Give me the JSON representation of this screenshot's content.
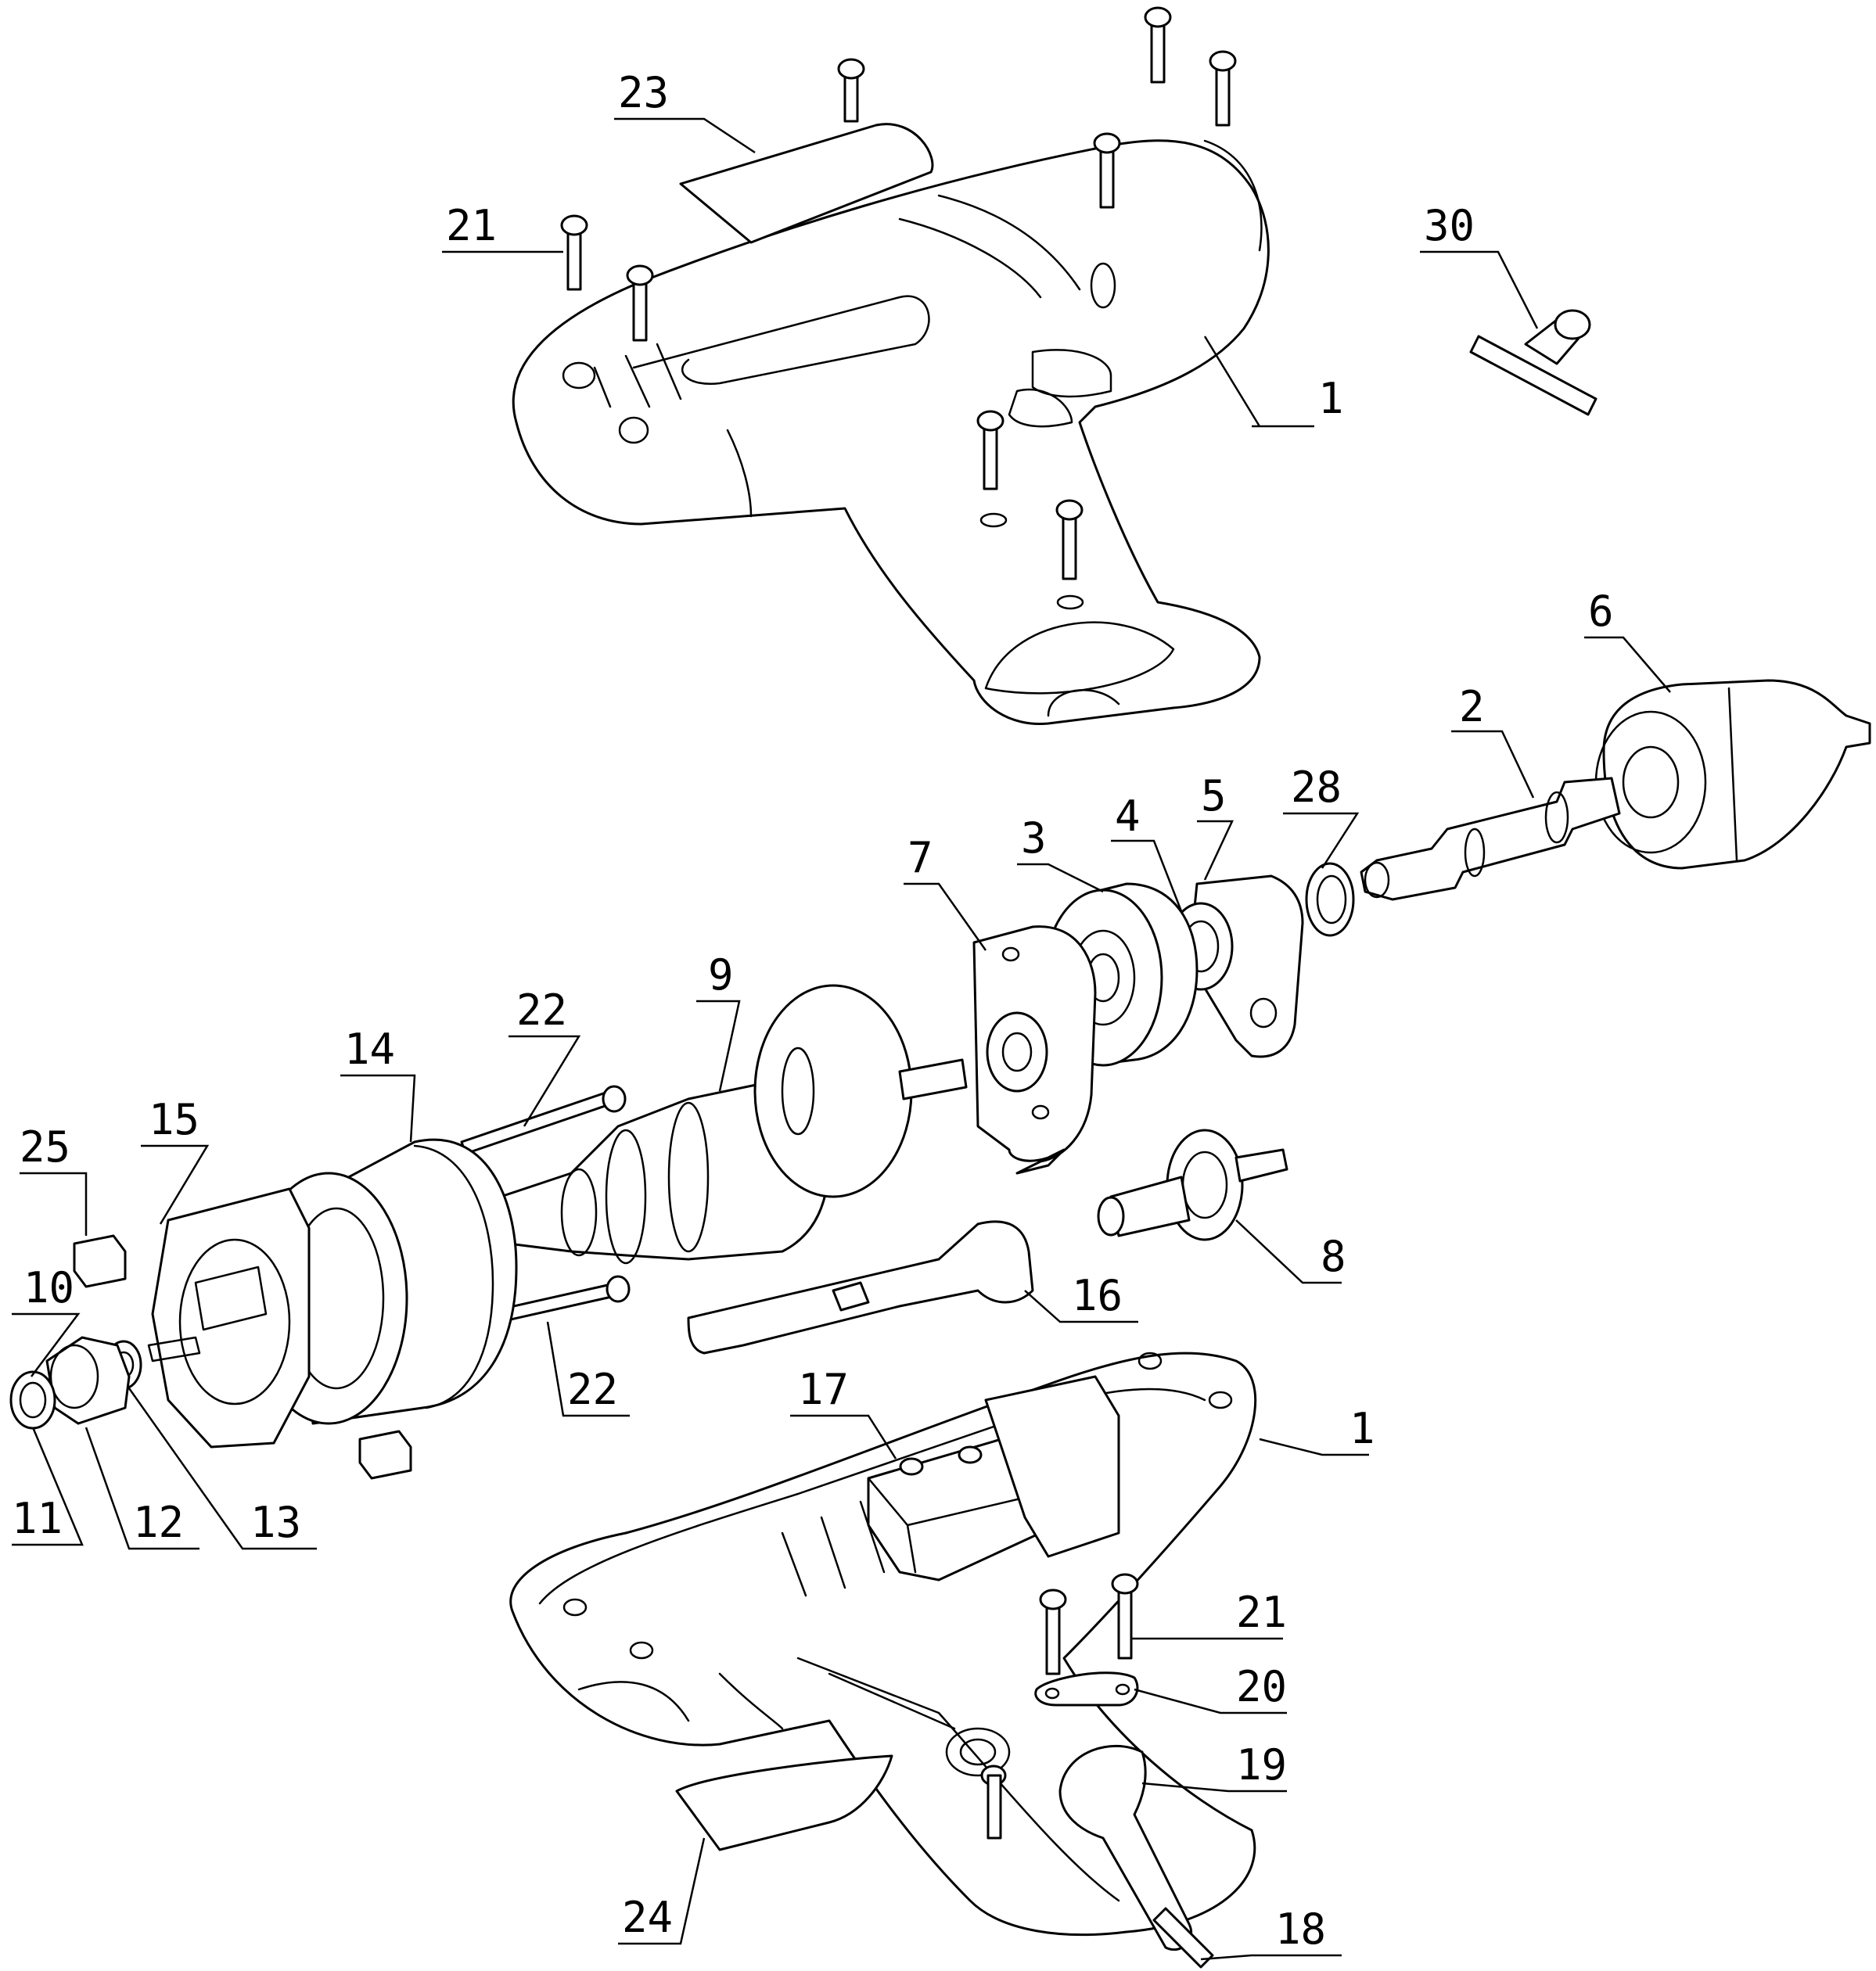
{
  "callouts": [
    {
      "id": "c1a",
      "label": "1"
    },
    {
      "id": "c1b",
      "label": "1"
    },
    {
      "id": "c2",
      "label": "2"
    },
    {
      "id": "c3",
      "label": "3"
    },
    {
      "id": "c4",
      "label": "4"
    },
    {
      "id": "c5",
      "label": "5"
    },
    {
      "id": "c6",
      "label": "6"
    },
    {
      "id": "c7",
      "label": "7"
    },
    {
      "id": "c8",
      "label": "8"
    },
    {
      "id": "c9",
      "label": "9"
    },
    {
      "id": "c10",
      "label": "10"
    },
    {
      "id": "c11",
      "label": "11"
    },
    {
      "id": "c12",
      "label": "12"
    },
    {
      "id": "c13",
      "label": "13"
    },
    {
      "id": "c14",
      "label": "14"
    },
    {
      "id": "c15",
      "label": "15"
    },
    {
      "id": "c16",
      "label": "16"
    },
    {
      "id": "c17",
      "label": "17"
    },
    {
      "id": "c18",
      "label": "18"
    },
    {
      "id": "c19",
      "label": "19"
    },
    {
      "id": "c20",
      "label": "20"
    },
    {
      "id": "c21a",
      "label": "21"
    },
    {
      "id": "c21b",
      "label": "21"
    },
    {
      "id": "c22a",
      "label": "22"
    },
    {
      "id": "c22b",
      "label": "22"
    },
    {
      "id": "c23",
      "label": "23"
    },
    {
      "id": "c24",
      "label": "24"
    },
    {
      "id": "c25",
      "label": "25"
    },
    {
      "id": "c28",
      "label": "28"
    },
    {
      "id": "c30",
      "label": "30"
    }
  ]
}
